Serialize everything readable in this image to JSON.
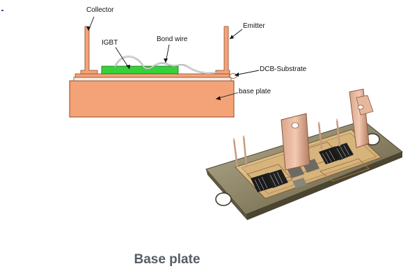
{
  "diagram": {
    "labels": {
      "collector": "Collector",
      "emitter": "Emitter",
      "igbt": "IGBT",
      "bond_wire": "Bond wire",
      "dcb_substrate": "DCB-Substrate",
      "base_plate": "base plate"
    },
    "colors": {
      "copper": "#f4a378",
      "copper_edge": "#8a4a2a",
      "chip": "#36d23a",
      "substrate": "#f7ece4"
    }
  },
  "photo": {
    "caption": "Base plate"
  }
}
